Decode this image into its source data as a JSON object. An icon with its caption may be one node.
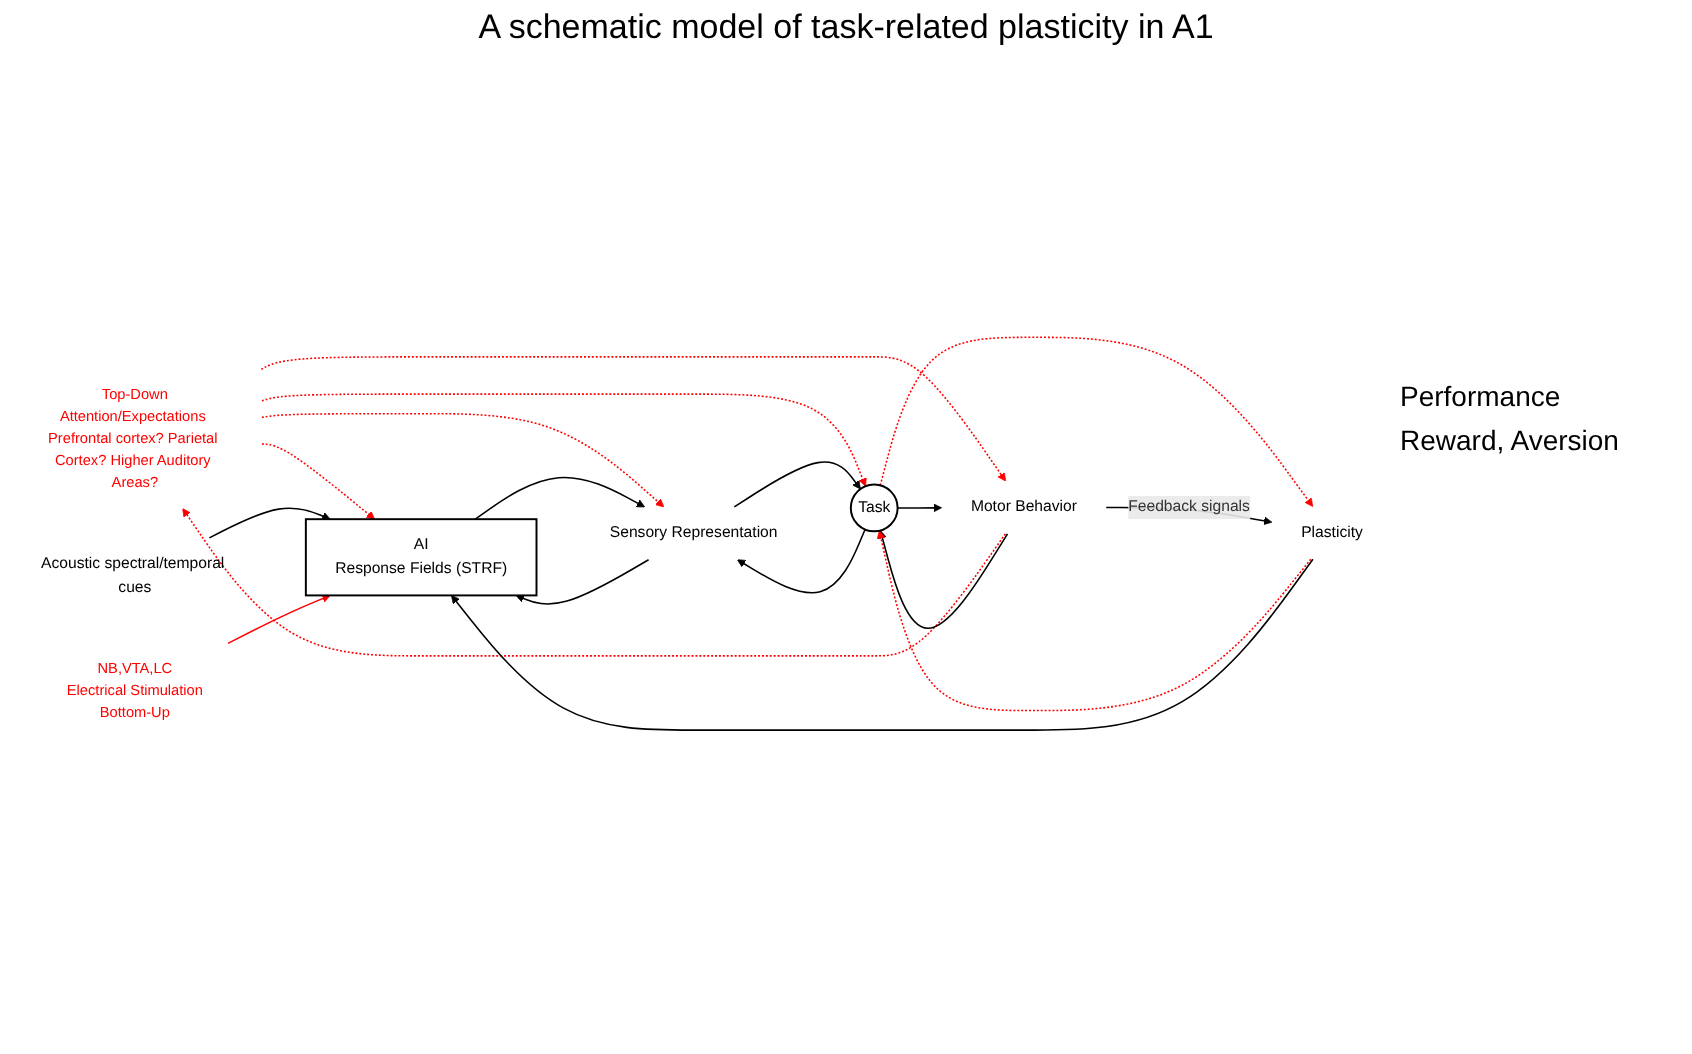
{
  "diagram": {
    "title": "A schematic model of task-related plasticity in A1",
    "nodes": [
      {
        "text": [
          "Top-Down",
          "Attention/Expectations Prefrontal cortex? Parietal Cortex? Higher Auditory Areas?"
        ]
      },
      {
        "text": [
          "AI",
          "Response Fields (STRF)"
        ]
      },
      {
        "text": [
          "Acoustic spectral/temporal cues"
        ]
      },
      {
        "text": [
          "Sensory Representation"
        ]
      },
      {
        "text": [
          "Task"
        ]
      },
      {
        "text": [
          "Motor Behavior"
        ]
      },
      {
        "text": [
          "Plasticity"
        ]
      },
      {
        "text": [
          "NB,VTA,LC",
          "Electrical Stimulation",
          "Bottom-Up"
        ]
      }
    ],
    "edges": [
      {
        "from": 0,
        "to": 1,
        "arrow": "to",
        "style": "dashed",
        "color": "#ff0000"
      },
      {
        "from": 0,
        "to": 3,
        "arrow": "to",
        "style": "dashed",
        "color": "#ff0000"
      },
      {
        "from": 0,
        "to": 4,
        "arrow": "to",
        "style": "dashed",
        "color": "#ff0000"
      },
      {
        "from": 0,
        "to": 5,
        "arrow": "to",
        "style": "dashed",
        "color": "#ff0000"
      },
      {
        "from": 5,
        "to": 0,
        "arrow": "to",
        "style": "dashed",
        "color": "#ff0000"
      },
      {
        "from": 2,
        "to": 1,
        "arrow": "to"
      },
      {
        "from": 3,
        "to": 1,
        "arrow": "to"
      },
      {
        "from": 1,
        "to": 3,
        "arrow": "to"
      },
      {
        "from": 4,
        "to": 3,
        "arrow": "to"
      },
      {
        "from": 3,
        "to": 4,
        "arrow": "to"
      },
      {
        "from": 5,
        "to": 4,
        "arrow": "to"
      },
      {
        "from": 4,
        "to": 5,
        "arrow": "to"
      },
      {
        "from": 6,
        "to": 4,
        "arrow": "to",
        "style": "dashed",
        "color": "#ff0000"
      },
      {
        "from": 4,
        "to": 6,
        "arrow": "to",
        "style": "dashed",
        "color": "#ff0000"
      },
      {
        "from": 6,
        "to": 1,
        "arrow": "to"
      },
      {
        "from": 7,
        "to": 1,
        "arrow": "to",
        "color": "#ff0000"
      },
      {
        "from": 5,
        "to": 6,
        "label": "Feedback signals",
        "arrow": "to"
      }
    ],
    "labels": [
      "Performance",
      "Reward, Aversion"
    ]
  }
}
